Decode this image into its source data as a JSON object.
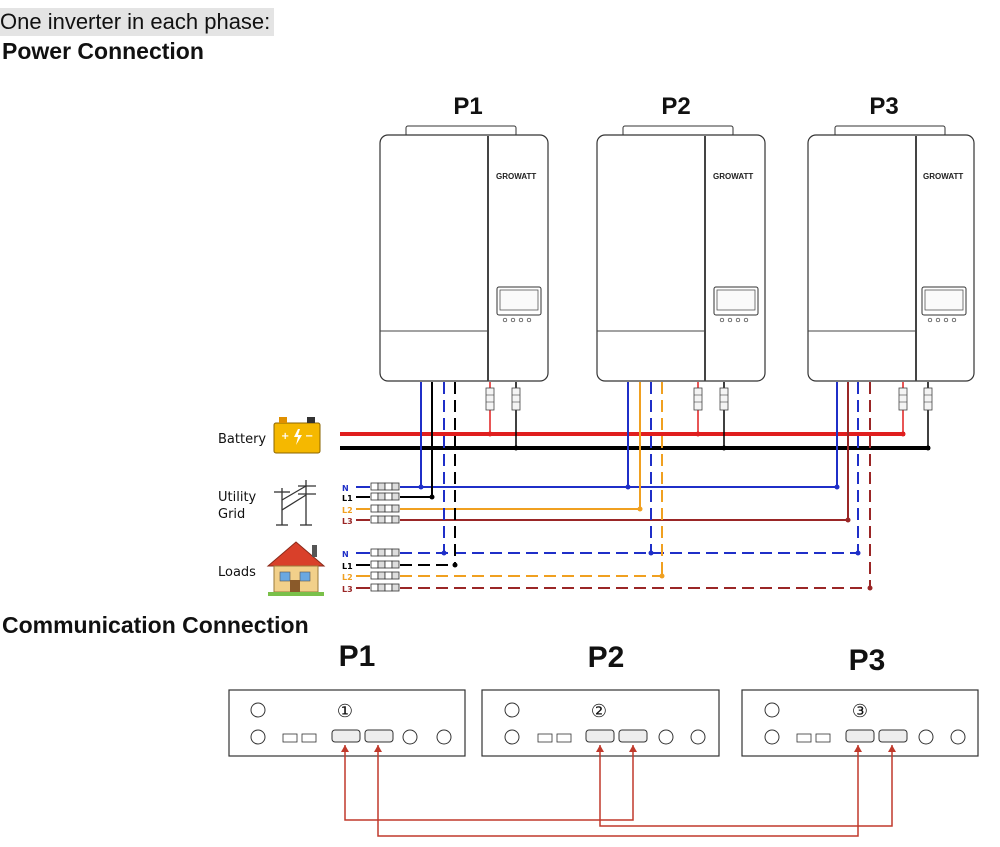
{
  "intro": "One inverter in each phase:",
  "power_heading": "Power Connection",
  "comm_heading": "Communication Connection",
  "colors": {
    "battery_pos": "#e01e1e",
    "battery_neg": "#000000",
    "neutral": "#1f2fc8",
    "L1": "#000000",
    "L2": "#f0a020",
    "L3": "#9a2626",
    "comm": "#c0392b"
  },
  "inverters": [
    {
      "label": "P1",
      "brand": "GROWATT"
    },
    {
      "label": "P2",
      "brand": "GROWATT"
    },
    {
      "label": "P3",
      "brand": "GROWATT"
    }
  ],
  "sources": {
    "battery": {
      "label": "Battery",
      "icon": "battery-icon"
    },
    "grid": {
      "label_line1": "Utility",
      "label_line2": "Grid",
      "icon": "utility-pole-icon",
      "terminals": [
        "N",
        "L1",
        "L2",
        "L3"
      ]
    },
    "loads": {
      "label": "Loads",
      "icon": "house-icon",
      "terminals": [
        "N",
        "L1",
        "L2",
        "L3"
      ]
    }
  },
  "comm_units": [
    {
      "label": "P1",
      "number": "①"
    },
    {
      "label": "P2",
      "number": "②"
    },
    {
      "label": "P3",
      "number": "③"
    }
  ]
}
